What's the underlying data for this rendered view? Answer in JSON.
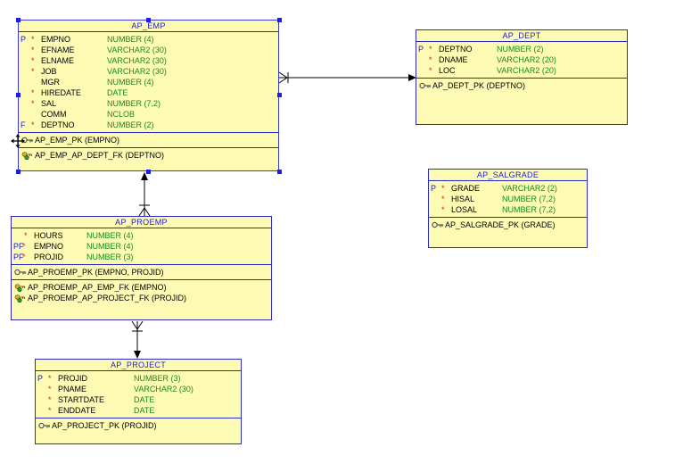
{
  "entities": {
    "ap_emp": {
      "title": "AP_EMP",
      "columns": [
        {
          "key": "P",
          "req": "*",
          "name": "EMPNO",
          "type": "NUMBER (4)"
        },
        {
          "key": "",
          "req": "*",
          "name": "EFNAME",
          "type": "VARCHAR2 (30)"
        },
        {
          "key": "",
          "req": "*",
          "name": "ELNAME",
          "type": "VARCHAR2 (30)"
        },
        {
          "key": "",
          "req": "*",
          "name": "JOB",
          "type": "VARCHAR2 (30)"
        },
        {
          "key": "",
          "req": "",
          "name": "MGR",
          "type": "NUMBER (4)"
        },
        {
          "key": "",
          "req": "*",
          "name": "HIREDATE",
          "type": "DATE"
        },
        {
          "key": "",
          "req": "*",
          "name": "SAL",
          "type": "NUMBER (7,2)"
        },
        {
          "key": "",
          "req": "",
          "name": "COMM",
          "type": "NCLOB"
        },
        {
          "key": "F",
          "req": "*",
          "name": "DEPTNO",
          "type": "NUMBER (2)"
        }
      ],
      "pk": [
        "AP_EMP_PK (EMPNO)"
      ],
      "fk": [
        "AP_EMP_AP_DEPT_FK (DEPTNO)"
      ]
    },
    "ap_dept": {
      "title": "AP_DEPT",
      "columns": [
        {
          "key": "P",
          "req": "*",
          "name": "DEPTNO",
          "type": "NUMBER (2)"
        },
        {
          "key": "",
          "req": "*",
          "name": "DNAME",
          "type": "VARCHAR2 (20)"
        },
        {
          "key": "",
          "req": "*",
          "name": "LOC",
          "type": "VARCHAR2 (20)"
        }
      ],
      "pk": [
        "AP_DEPT_PK (DEPTNO)"
      ],
      "fk": []
    },
    "ap_salgrade": {
      "title": "AP_SALGRADE",
      "columns": [
        {
          "key": "P",
          "req": "*",
          "name": "GRADE",
          "type": "VARCHAR2 (2)"
        },
        {
          "key": "",
          "req": "*",
          "name": "HISAL",
          "type": "NUMBER (7,2)"
        },
        {
          "key": "",
          "req": "*",
          "name": "LOSAL",
          "type": "NUMBER (7,2)"
        }
      ],
      "pk": [
        "AP_SALGRADE_PK (GRADE)"
      ],
      "fk": []
    },
    "ap_proemp": {
      "title": "AP_PROEMP",
      "columns": [
        {
          "key": "",
          "req": "*",
          "name": "HOURS",
          "type": "NUMBER (4)"
        },
        {
          "key": "PF",
          "req": "*",
          "name": "EMPNO",
          "type": "NUMBER (4)"
        },
        {
          "key": "PF",
          "req": "*",
          "name": "PROJID",
          "type": "NUMBER (3)"
        }
      ],
      "pk": [
        "AP_PROEMP_PK (EMPNO, PROJID)"
      ],
      "fk": [
        "AP_PROEMP_AP_EMP_FK (EMPNO)",
        "AP_PROEMP_AP_PROJECT_FK (PROJID)"
      ]
    },
    "ap_project": {
      "title": "AP_PROJECT",
      "columns": [
        {
          "key": "P",
          "req": "*",
          "name": "PROJID",
          "type": "NUMBER (3)"
        },
        {
          "key": "",
          "req": "*",
          "name": "PNAME",
          "type": "VARCHAR2 (30)"
        },
        {
          "key": "",
          "req": "*",
          "name": "STARTDATE",
          "type": "DATE"
        },
        {
          "key": "",
          "req": "*",
          "name": "ENDDATE",
          "type": "DATE"
        }
      ],
      "pk": [
        "AP_PROJECT_PK (PROJID)"
      ],
      "fk": []
    }
  },
  "colors": {
    "entity_fill": "#fdfbb3",
    "entity_border": "#2b2bc4",
    "title_text": "#1d1dc8",
    "type_text": "#1a8a1a",
    "required_marker": "#d02020",
    "handle": "#1e1ee0"
  }
}
